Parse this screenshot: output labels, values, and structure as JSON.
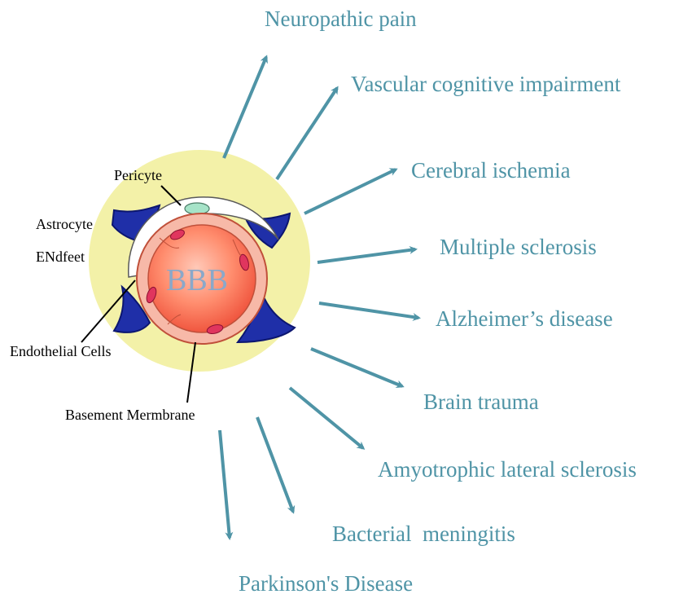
{
  "colors": {
    "arrow": "#4f94a6",
    "disease_text": "#4f94a6",
    "halo": "#f3f1a8",
    "astrocyte": "#1f2fa8",
    "label_text": "#000000",
    "bbb_text": "#8aa8c9"
  },
  "center": {
    "label": "BBB"
  },
  "parts": {
    "pericyte": "Pericyte",
    "astrocyte": "Astrocyte",
    "endfeet": "ENdfeet",
    "endothelial": "Endothelial Cells",
    "basement": "Basement Mermbrane"
  },
  "diseases": [
    "Neuropathic pain",
    "Vascular cognitive impairment",
    "Cerebral ischemia",
    "Multiple sclerosis",
    "Alzheimer’s disease",
    "Brain trauma",
    "Amyotrophic lateral sclerosis",
    "Bacterial  meningitis",
    "Parkinson's Disease"
  ]
}
